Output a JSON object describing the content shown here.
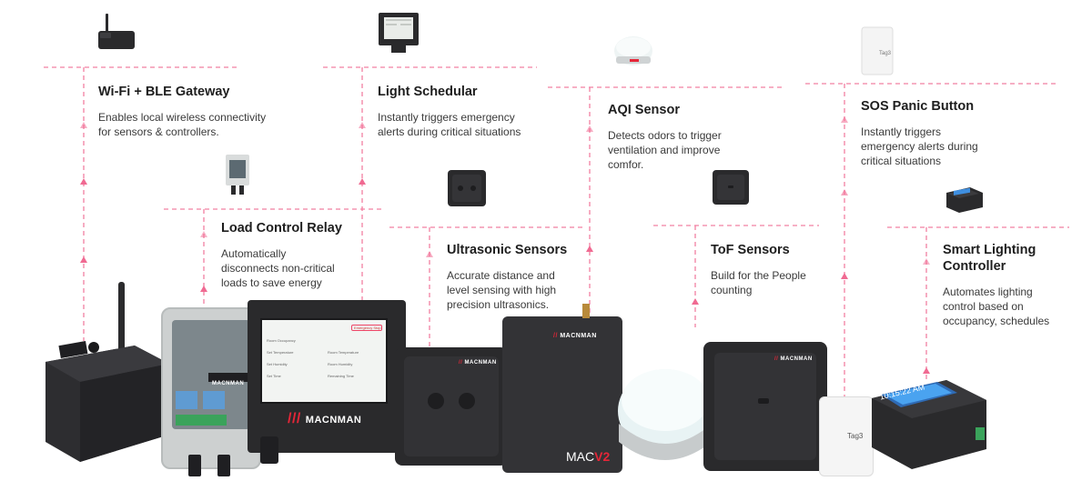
{
  "features": [
    {
      "id": "gateway",
      "title": "Wi-Fi + BLE Gateway",
      "desc": "Enables local wireless connectivity for sensors & controllers."
    },
    {
      "id": "light-schedular",
      "title": "Light Schedular",
      "desc": "Instantly triggers emergency alerts during critical situations"
    },
    {
      "id": "aqi",
      "title": "AQI Sensor",
      "desc": "Detects odors to trigger ventilation and improve comfor."
    },
    {
      "id": "sos",
      "title": "SOS Panic Button",
      "desc": "Instantly triggers emergency alerts during critical situations"
    },
    {
      "id": "relay",
      "title": "Load Control Relay",
      "desc": "Automatically disconnects non-critical loads to save energy"
    },
    {
      "id": "ultrasonic",
      "title": "Ultrasonic Sensors",
      "desc": "Accurate distance and level sensing with high precision ultrasonics."
    },
    {
      "id": "tof",
      "title": "ToF Sensors",
      "desc": "Build for the People counting"
    },
    {
      "id": "lighting",
      "title": "Smart Lighting Controller",
      "desc": "Automates lighting control based on occupancy, schedules"
    }
  ],
  "products": {
    "brand": "MACNMAN",
    "mac_v2": "MAC",
    "mac_v2_suffix": "V2",
    "tag_label": "Tag3",
    "screen_time": "10:15:22 AM",
    "panel_rows": [
      "Room Occupancy",
      "Set Temperature",
      "Room Temperature",
      "Set Humidity",
      "Room Humidity",
      "Set Time",
      "Remaining Time"
    ],
    "panel_button": "Emergency Stop"
  },
  "colors": {
    "accent": "#f06a92",
    "accent_light": "#f9c2d2",
    "brand_red": "#e52638",
    "device_dark": "#2a2a2c"
  }
}
